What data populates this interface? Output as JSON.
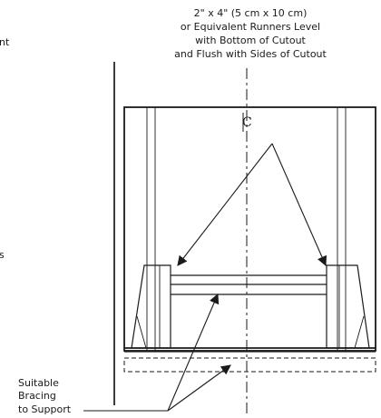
{
  "diagram": {
    "partial_left_text": [
      "nt",
      "s"
    ],
    "top_callout_lines": [
      "2\" x 4\" (5 cm x 10 cm)",
      "or Equivalent Runners Level",
      "with Bottom of Cutout",
      "and Flush with Sides of Cutout"
    ],
    "centerline_symbol": "C",
    "bottom_callout_lines": [
      "Suitable",
      "Bracing",
      "to Support"
    ]
  }
}
